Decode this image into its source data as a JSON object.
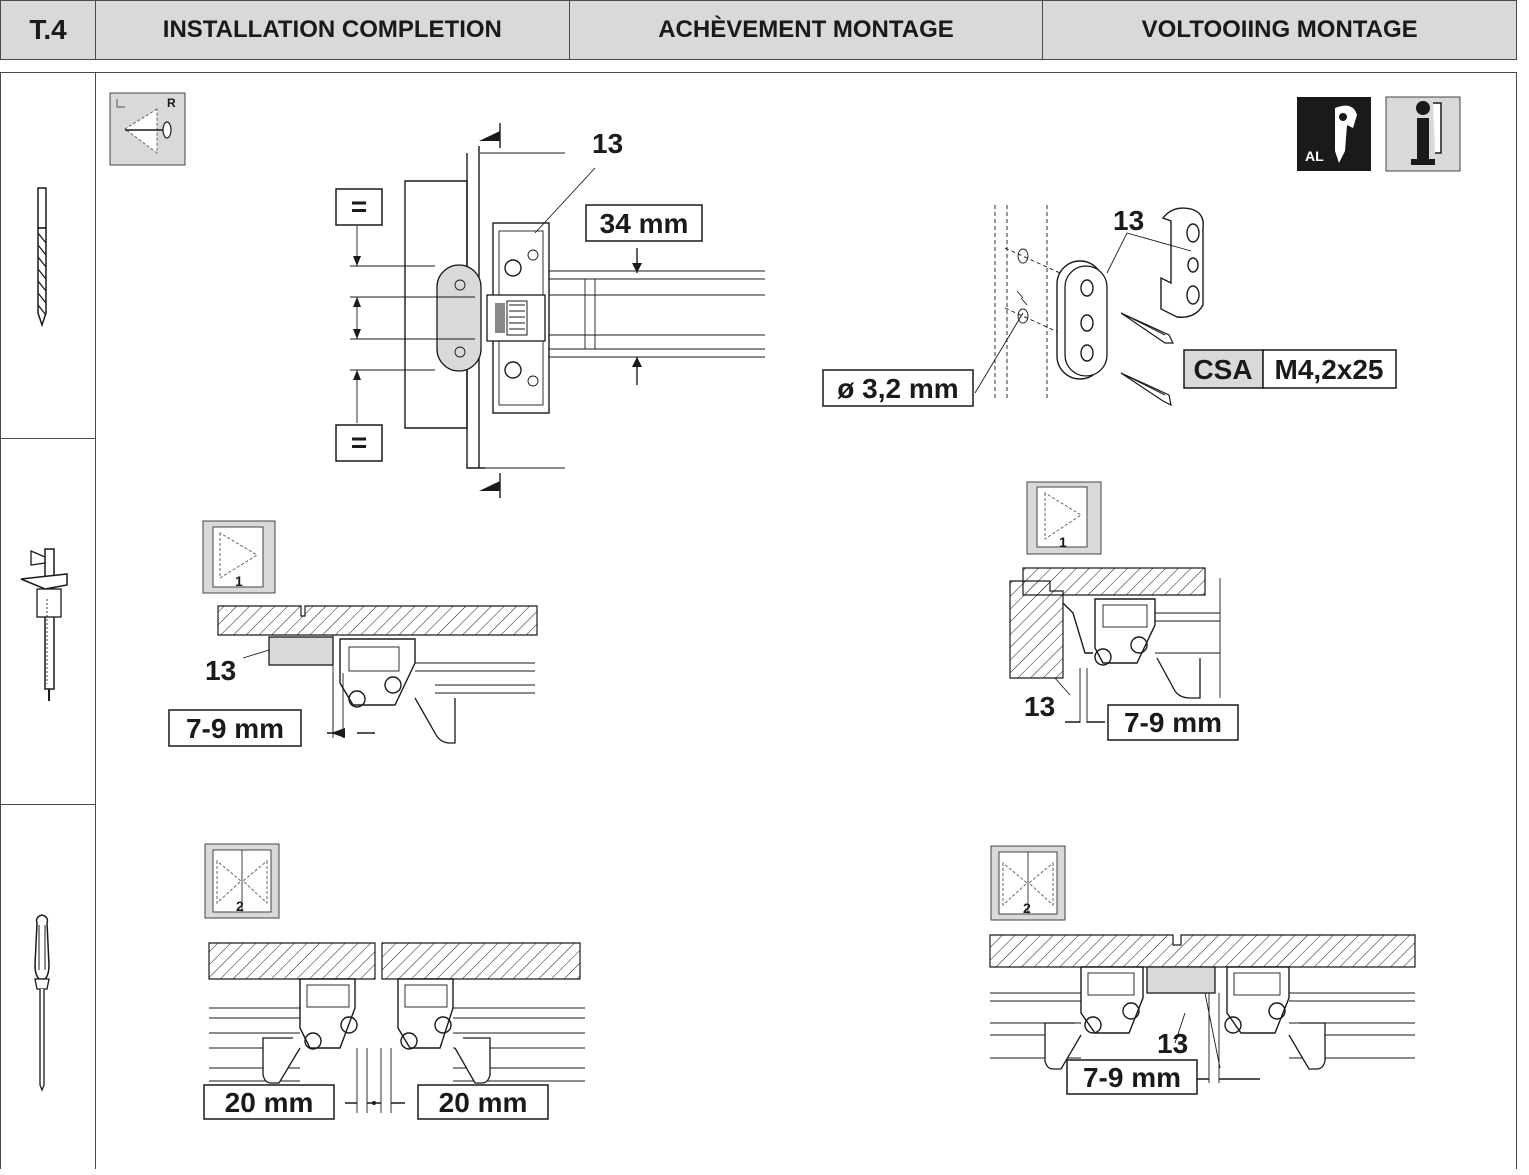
{
  "header": {
    "code": "T.4",
    "title_en": "INSTALLATION COMPLETION",
    "title_fr": "ACHÈVEMENT MONTAGE",
    "title_nl": "VOLTOOIING MONTAGE"
  },
  "tools": [
    {
      "name": "drill-bit-icon"
    },
    {
      "name": "caliper-icon"
    },
    {
      "name": "screwdriver-icon"
    }
  ],
  "icons": {
    "side_indicator": "R",
    "material_badge": "AL",
    "door_single": "1",
    "door_double": "2"
  },
  "labels": {
    "equal_top": "=",
    "equal_bottom": "=",
    "part_number": "13",
    "dim_34": "34 mm",
    "drill_diameter": "ø 3,2 mm",
    "screw_type": "CSA",
    "screw_size": "M4,2x25",
    "gap_left_single": "7-9 mm",
    "gap_right_single": "7-9 mm",
    "gap_double_left_a": "20 mm",
    "gap_double_left_b": "20 mm",
    "gap_double_right": "7-9 mm"
  }
}
